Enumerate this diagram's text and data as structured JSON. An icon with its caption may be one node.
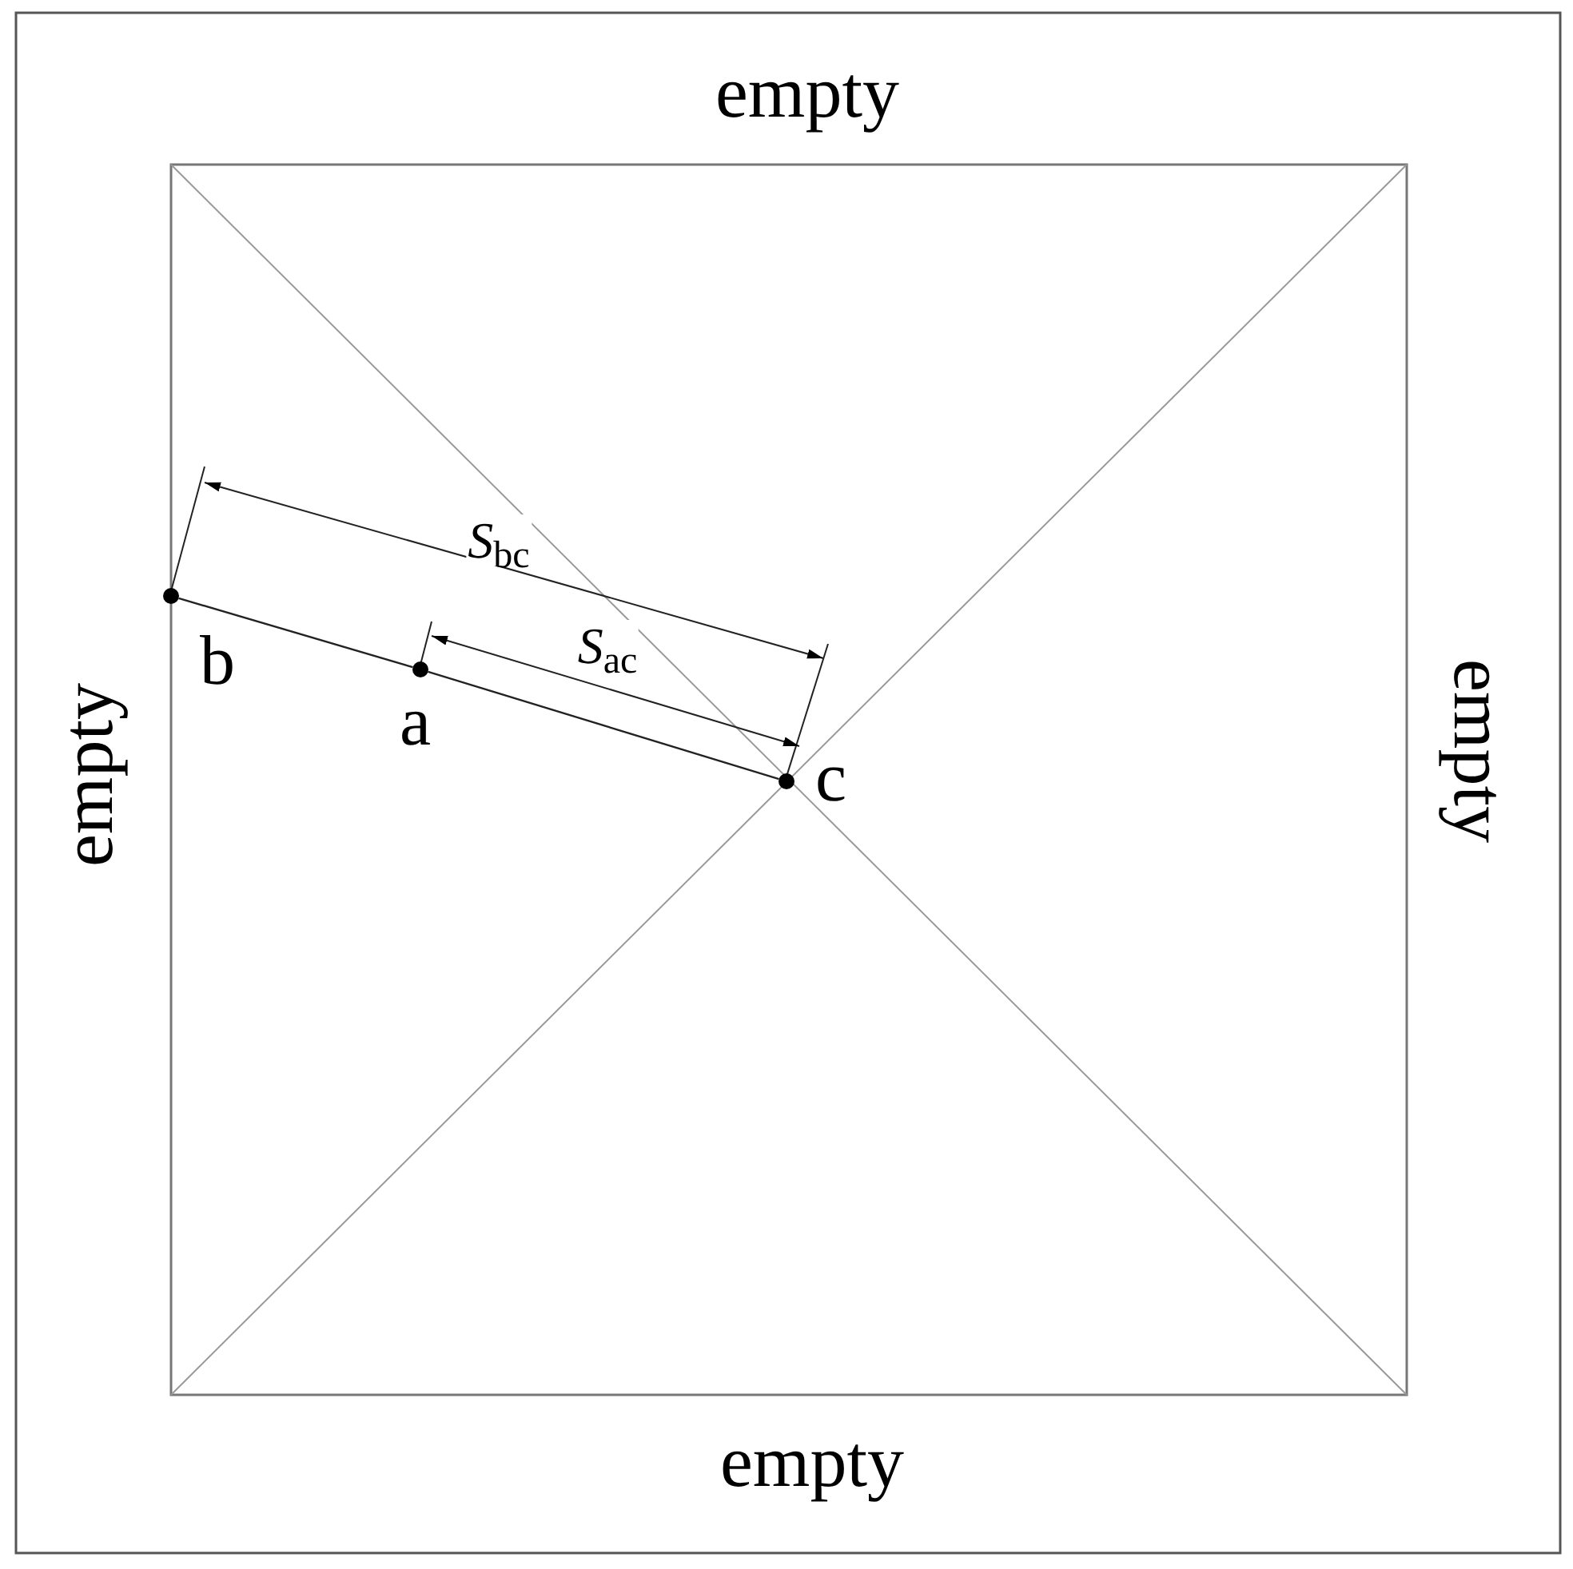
{
  "diagram": {
    "nodes": [
      {
        "text": [],
        "shape": "circle",
        "beside": [
          "b"
        ]
      },
      {
        "text": [],
        "shape": "circle",
        "beside": [
          "a"
        ]
      },
      {
        "text": [],
        "shape": "circle",
        "beside": [
          "c"
        ]
      }
    ],
    "edges": [
      {
        "from": 0,
        "to": 1,
        "arrow": "none"
      },
      {
        "from": 1,
        "to": 2,
        "arrow": "none"
      }
    ],
    "labels": [
      "empty",
      "*S*$_{bc}$",
      "*S*$_{ac}$",
      "empty",
      "empty",
      "empty"
    ]
  }
}
